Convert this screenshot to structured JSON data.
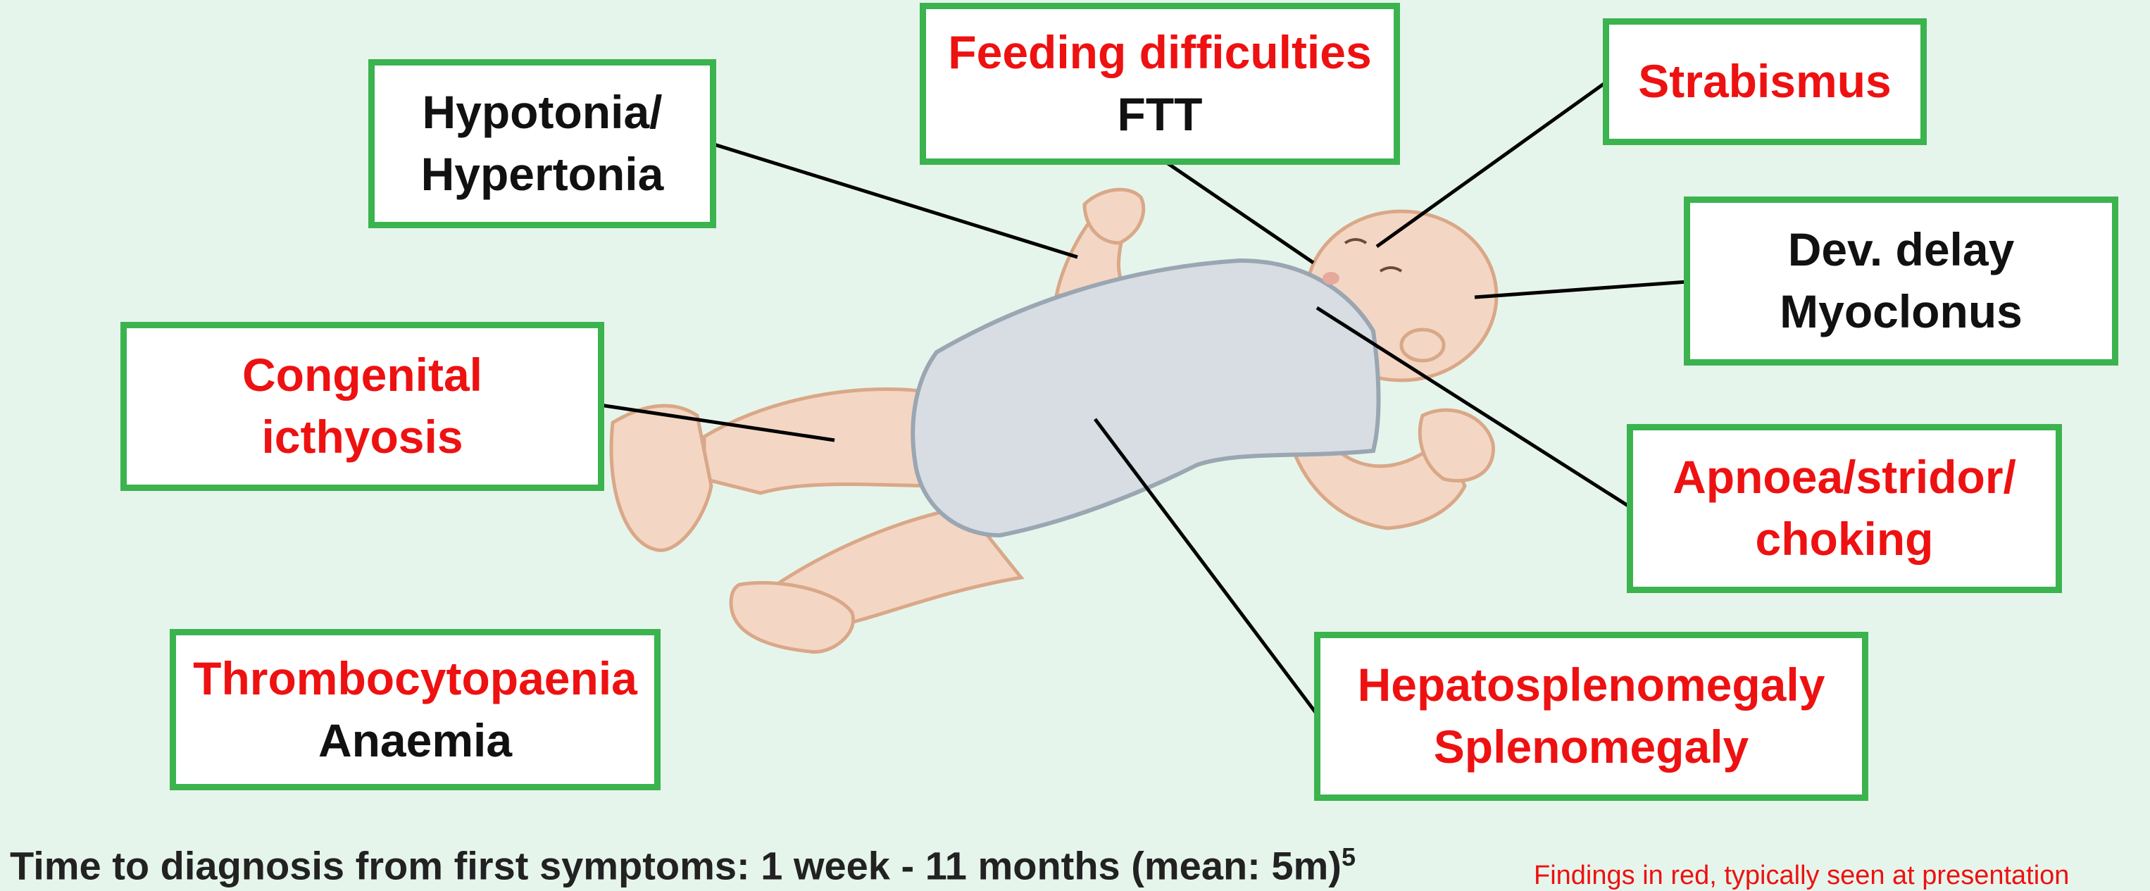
{
  "boxes": {
    "hypotonia": {
      "line1": "Hypotonia/",
      "line2": "Hypertonia"
    },
    "feeding": {
      "line1": "Feeding difficulties",
      "line2": "FTT"
    },
    "strabismus": {
      "line1": "Strabismus"
    },
    "dev_delay": {
      "line1": "Dev. delay",
      "line2": "Myoclonus"
    },
    "ichthyosis": {
      "line1": "Congenital",
      "line2": "icthyosis"
    },
    "apnoea": {
      "line1": "Apnoea/stridor/",
      "line2": "choking"
    },
    "thrombo": {
      "line1": "Thrombocytopaenia",
      "line2": "Anaemia"
    },
    "hepato": {
      "line1": "Hepatosplenomegaly",
      "line2": "Splenomegaly"
    }
  },
  "footer": {
    "text": "Time to diagnosis from first symptoms: 1 week - 11 months (mean: 5m)",
    "superscript": "5"
  },
  "legend_note": "Findings in red, typically seen at presentation",
  "colors": {
    "background": "#e6f5ec",
    "box_border": "#3bb34e",
    "highlight_red": "#ee1111",
    "text_black": "#111111"
  }
}
